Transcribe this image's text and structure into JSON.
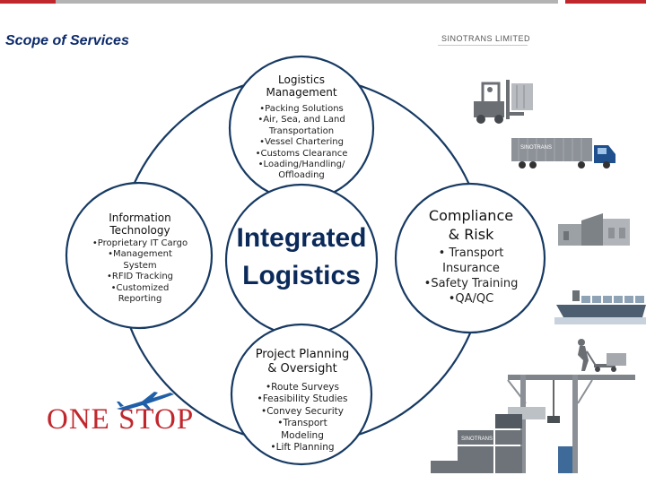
{
  "header": {
    "title": "Scope of Services",
    "brand": "SINOTRANS LIMITED",
    "accent_color": "#c0272d",
    "bar_color": "#b3b3b3"
  },
  "center": {
    "title_line1": "Integrated",
    "title_line2": "Logistics"
  },
  "sections": {
    "logistics": {
      "heading_line1": "Logistics",
      "heading_line2": "Management",
      "items": [
        "•Packing Solutions",
        "•Air, Sea, and Land",
        "Transportation",
        "•Vessel Chartering",
        "•Customs Clearance",
        "•Loading/Handling/",
        "Offloading"
      ]
    },
    "it": {
      "heading_line1": "Information",
      "heading_line2": "Technology",
      "items": [
        "•Proprietary IT Cargo",
        "•Management",
        "System",
        "•RFID Tracking",
        "•Customized",
        "Reporting"
      ]
    },
    "compliance": {
      "heading_line1": "Compliance",
      "heading_line2": "& Risk",
      "items": [
        "• Transport",
        "Insurance",
        "•Safety Training",
        "•QA/QC"
      ]
    },
    "project": {
      "heading_line1": "Project Planning",
      "heading_line2": "& Oversight",
      "items": [
        "•Route Surveys",
        "•Feasibility Studies",
        "•Convey Security",
        "•Transport",
        "Modeling",
        "•Lift Planning"
      ]
    }
  },
  "logo": {
    "text": "ONE STOP"
  },
  "images": {
    "truck_label": "SINOTRANS",
    "container_label": "SINOTRANS",
    "icons": [
      "forklift-icon",
      "truck-icon",
      "warehouse-icon",
      "ship-icon",
      "pallet-jack-icon",
      "port-crane-icon",
      "airplane-icon"
    ]
  },
  "colors": {
    "ring": "#173a63",
    "navy_text": "#0b2a5a"
  }
}
